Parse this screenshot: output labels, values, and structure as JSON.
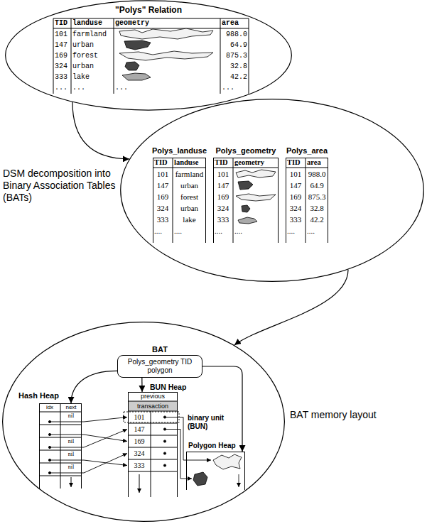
{
  "diagram": {
    "nodes": [
      {
        "text": [
          "\"Polys\" Relation"
        ]
      },
      {
        "text": []
      },
      {
        "text": [
          "Polys_landuse"
        ],
        "in": 1
      },
      {
        "text": [
          "Polys_geometry"
        ],
        "in": 1
      },
      {
        "text": [
          "Polys_area"
        ],
        "in": 1
      },
      {
        "text": []
      },
      {
        "text": [
          "BAT",
          "Polys_geometry TID polygon"
        ],
        "in": 5
      },
      {
        "text": [
          "Hash Heap"
        ],
        "in": 5
      },
      {
        "text": [
          "BUN Heap"
        ],
        "in": 5
      },
      {
        "text": [
          "Polygon Heap"
        ],
        "in": 5
      }
    ],
    "edges": [
      {
        "from": 0,
        "to": 1,
        "arrow": "to",
        "label": "DSM decomposition into Binary Association Tables (BATs)"
      },
      {
        "from": 1,
        "to": 5,
        "arrow": "to",
        "label": "BAT memory layout"
      },
      {
        "from": 6,
        "to": 7,
        "arrow": "to"
      },
      {
        "from": 6,
        "to": 8,
        "arrow": "to"
      },
      {
        "from": 6,
        "to": 9,
        "arrow": "to"
      }
    ],
    "labels": [
      "TID",
      "landuse",
      "geometry",
      "area",
      "101",
      "farmland",
      "988.0",
      "147",
      "urban",
      "64.9",
      "169",
      "forest",
      "875.3",
      "324",
      "urban",
      "32.8",
      "333",
      "lake",
      "42.2",
      "...",
      "...",
      "...",
      "...",
      "TID",
      "landuse",
      "101",
      "farmland",
      "147",
      "urban",
      "169",
      "forest",
      "324",
      "urban",
      "333",
      "lake",
      "....",
      "....",
      "TID",
      "geometry",
      "101",
      "147",
      "169",
      "324",
      "333",
      "....",
      "....",
      "TID",
      "area",
      "101",
      "988.0",
      "147",
      "64.9",
      "169",
      "875.3",
      "324",
      "32.8",
      "333",
      "42.2",
      "....",
      "....",
      "idx",
      "next",
      "nil",
      "nil",
      "nil",
      "nil",
      "previous",
      "transaction",
      "101",
      "147",
      "169",
      "324",
      "333",
      "binary unit (BUN)"
    ]
  }
}
